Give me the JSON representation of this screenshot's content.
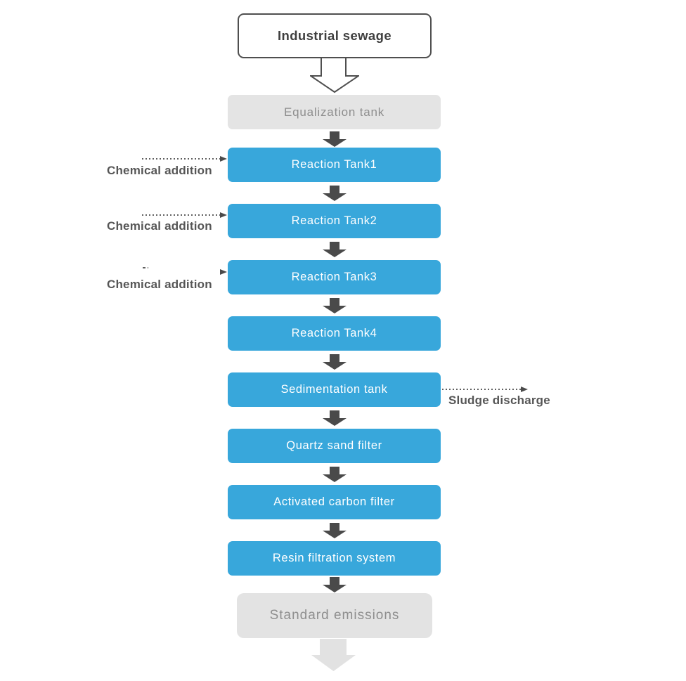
{
  "flowchart": {
    "source": {
      "label": "Industrial sewage"
    },
    "stages": [
      {
        "id": "equalization-tank",
        "label": "Equalization tank",
        "style": "gray"
      },
      {
        "id": "reaction-tank-1",
        "label": "Reaction Tank1",
        "style": "blue"
      },
      {
        "id": "reaction-tank-2",
        "label": "Reaction Tank2",
        "style": "blue"
      },
      {
        "id": "reaction-tank-3",
        "label": "Reaction Tank3",
        "style": "blue"
      },
      {
        "id": "reaction-tank-4",
        "label": "Reaction Tank4",
        "style": "blue"
      },
      {
        "id": "sedimentation-tank",
        "label": "Sedimentation tank",
        "style": "blue"
      },
      {
        "id": "quartz-sand-filter",
        "label": "Quartz sand filter",
        "style": "blue"
      },
      {
        "id": "activated-carbon-filter",
        "label": "Activated carbon filter",
        "style": "blue"
      },
      {
        "id": "resin-filtration-system",
        "label": "Resin filtration system",
        "style": "blue"
      }
    ],
    "terminal": {
      "label": "Standard emissions"
    },
    "side_labels": {
      "chemical_addition_1": "Chemical addition",
      "chemical_addition_2": "Chemical addition",
      "chemical_addition_3": "Chemical addition",
      "sludge_discharge": "Sludge discharge"
    },
    "colors": {
      "process_blue": "#38a7db",
      "terminal_gray": "#e4e4e4",
      "arrow_dark": "#4a4a4a",
      "gray_text": "#8e8e8e",
      "annotation_text": "#565656",
      "outline_dark": "#4f4f4f",
      "big_arrow_gray": "#e2e2e2"
    }
  }
}
